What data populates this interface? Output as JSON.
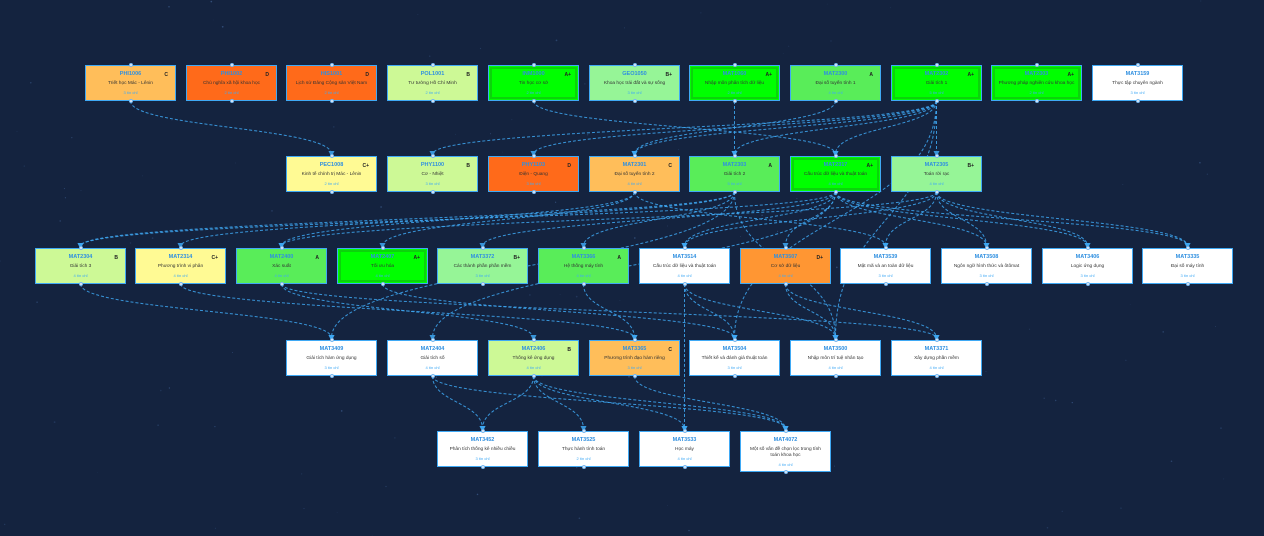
{
  "colors": {
    "background": "#14233f",
    "edge": "#3fa9f5",
    "node_border": "#3fa9f5",
    "code_text": "#2f8fe0",
    "grade_colors": {
      "A+": "#00ff00",
      "A": "#59ed59",
      "B+": "#96f597",
      "B": "#cdf996",
      "C+": "#fffa94",
      "C": "#ffbe5a",
      "D+": "#ff9633",
      "D": "#ff6a1a",
      "none": "#ffffff"
    }
  },
  "nodes": [
    {
      "id": "PHI1006",
      "code": "PHI1006",
      "name": "Triết học Mác - Lênin",
      "credits": "3 tín chỉ",
      "grade": "C"
    },
    {
      "id": "PHI1002",
      "code": "PHI1002",
      "name": "Chủ nghĩa xã hội khoa học",
      "credits": "2 tín chỉ",
      "grade": "D"
    },
    {
      "id": "HIS1001",
      "code": "HIS1001",
      "name": "Lịch sử Đảng Cộng sản Việt Nam",
      "credits": "2 tín chỉ",
      "grade": "D"
    },
    {
      "id": "POL1001",
      "code": "POL1001",
      "name": "Tư tưởng Hồ Chí Minh",
      "credits": "2 tín chỉ",
      "grade": "B"
    },
    {
      "id": "INM1000",
      "code": "INM1000",
      "name": "Tin học cơ sở",
      "credits": "2 tín chỉ",
      "grade": "A+"
    },
    {
      "id": "GEO1050",
      "code": "GEO1050",
      "name": "Khoa học trái đất và sự sống",
      "credits": "3 tín chỉ",
      "grade": "B+"
    },
    {
      "id": "MAT1060",
      "code": "MAT1060",
      "name": "Nhập môn phân tích dữ liệu",
      "credits": "2 tín chỉ",
      "grade": "A+"
    },
    {
      "id": "MAT2300",
      "code": "MAT2300",
      "name": "Đại số tuyến tính 1",
      "credits": "4 tín chỉ",
      "grade": "A"
    },
    {
      "id": "MAT2302",
      "code": "MAT2302",
      "name": "Giải tích 1",
      "credits": "5 tín chỉ",
      "grade": "A+"
    },
    {
      "id": "MAT2303",
      "code": "MAT2303",
      "name": "Phương pháp nghiên cứu khoa học",
      "credits": "2 tín chỉ",
      "grade": "A+"
    },
    {
      "id": "MAT3159",
      "code": "MAT3159",
      "name": "Thực tập chuyên ngành",
      "credits": "3 tín chỉ",
      "grade": ""
    },
    {
      "id": "PEC1008",
      "code": "PEC1008",
      "name": "Kinh tế chính trị Mác - Lênin",
      "credits": "2 tín chỉ",
      "grade": "C+"
    },
    {
      "id": "PHY1100",
      "code": "PHY1100",
      "name": "Cơ - Nhiệt",
      "credits": "3 tín chỉ",
      "grade": "B"
    },
    {
      "id": "PHY1103",
      "code": "PHY1103",
      "name": "Điện - Quang",
      "credits": "3 tín chỉ",
      "grade": "D"
    },
    {
      "id": "MAT2301",
      "code": "MAT2301",
      "name": "Đại số tuyến tính 2",
      "credits": "4 tín chỉ",
      "grade": "C"
    },
    {
      "id": "MAT2303B",
      "code": "MAT2303",
      "name": "Giải tích 2",
      "credits": "5 tín chỉ",
      "grade": "A"
    },
    {
      "id": "MAT2317",
      "code": "MAT2317",
      "name": "Cấu trúc dữ liệu và thuật toán",
      "credits": "4 tín chỉ",
      "grade": "A+"
    },
    {
      "id": "MAT2305",
      "code": "MAT2305",
      "name": "Toán rời rạc",
      "credits": "4 tín chỉ",
      "grade": "B+"
    },
    {
      "id": "MAT2304",
      "code": "MAT2304",
      "name": "Giải tích 3",
      "credits": "4 tín chỉ",
      "grade": "B"
    },
    {
      "id": "MAT2314",
      "code": "MAT2314",
      "name": "Phương trình vi phân",
      "credits": "4 tín chỉ",
      "grade": "C+"
    },
    {
      "id": "MAT2400",
      "code": "MAT2400",
      "name": "Xác suất",
      "credits": "4 tín chỉ",
      "grade": "A"
    },
    {
      "id": "MAT2407",
      "code": "MAT2407",
      "name": "Tối ưu hóa",
      "credits": "4 tín chỉ",
      "grade": "A+"
    },
    {
      "id": "MAT3372",
      "code": "MAT3372",
      "name": "Các thành phần phần mềm",
      "credits": "3 tín chỉ",
      "grade": "B+"
    },
    {
      "id": "MAT3366",
      "code": "MAT3366",
      "name": "Hệ thống máy tính",
      "credits": "4 tín chỉ",
      "grade": "A"
    },
    {
      "id": "MAT3514",
      "code": "MAT3514",
      "name": "Cấu trúc dữ liệu và thuật toán",
      "credits": "4 tín chỉ",
      "grade": ""
    },
    {
      "id": "MAT3507",
      "code": "MAT3507",
      "name": "Cơ sở dữ liệu",
      "credits": "4 tín chỉ",
      "grade": "D+"
    },
    {
      "id": "MAT3539",
      "code": "MAT3539",
      "name": "Mật mã và an toàn dữ liệu",
      "credits": "3 tín chỉ",
      "grade": ""
    },
    {
      "id": "MAT3508",
      "code": "MAT3508",
      "name": "Ngôn ngữ hình thức và ôtômat",
      "credits": "3 tín chỉ",
      "grade": ""
    },
    {
      "id": "MAT3406",
      "code": "MAT3406",
      "name": "Logic ứng dụng",
      "credits": "3 tín chỉ",
      "grade": ""
    },
    {
      "id": "MAT3335",
      "code": "MAT3335",
      "name": "Đại số máy tính",
      "credits": "3 tín chỉ",
      "grade": ""
    },
    {
      "id": "MAT3409",
      "code": "MAT3409",
      "name": "Giải tích hàm ứng dụng",
      "credits": "3 tín chỉ",
      "grade": ""
    },
    {
      "id": "MAT2404",
      "code": "MAT2404",
      "name": "Giải tích số",
      "credits": "4 tín chỉ",
      "grade": ""
    },
    {
      "id": "MAT2406",
      "code": "MAT2406",
      "name": "Thống kê ứng dụng",
      "credits": "4 tín chỉ",
      "grade": "B"
    },
    {
      "id": "MAT3365",
      "code": "MAT3365",
      "name": "Phương trình đạo hàm riêng",
      "credits": "3 tín chỉ",
      "grade": "C"
    },
    {
      "id": "MAT3504",
      "code": "MAT3504",
      "name": "Thiết kế và đánh giá thuật toán",
      "credits": "3 tín chỉ",
      "grade": ""
    },
    {
      "id": "MAT3500",
      "code": "MAT3500",
      "name": "Nhập môn trí tuệ nhân tạo",
      "credits": "4 tín chỉ",
      "grade": ""
    },
    {
      "id": "MAT3371",
      "code": "MAT3371",
      "name": "Xây dựng phần mềm",
      "credits": "4 tín chỉ",
      "grade": ""
    },
    {
      "id": "MAT3452",
      "code": "MAT3452",
      "name": "Phân tích thống kê nhiều chiều",
      "credits": "3 tín chỉ",
      "grade": ""
    },
    {
      "id": "MAT3525",
      "code": "MAT3525",
      "name": "Thực hành tính toán",
      "credits": "2 tín chỉ",
      "grade": ""
    },
    {
      "id": "MAT3533",
      "code": "MAT3533",
      "name": "Học máy",
      "credits": "4 tín chỉ",
      "grade": ""
    },
    {
      "id": "MAT4072",
      "code": "MAT4072",
      "name": "Một số vấn đề chọn lọc trong tính toán khoa học",
      "credits": "4 tín chỉ",
      "grade": ""
    }
  ],
  "edges": [
    [
      "PHI1006",
      "PEC1008"
    ],
    [
      "INM1000",
      "MAT2317"
    ],
    [
      "MAT1060",
      "MAT2303B"
    ],
    [
      "MAT2300",
      "MAT2301"
    ],
    [
      "MAT2302",
      "MAT2303B"
    ],
    [
      "MAT2302",
      "MAT2301"
    ],
    [
      "MAT2302",
      "MAT2317"
    ],
    [
      "MAT2302",
      "MAT2305"
    ],
    [
      "MAT2302",
      "MAT3504"
    ],
    [
      "MAT2302",
      "PHY1100"
    ],
    [
      "MAT2302",
      "PHY1103"
    ],
    [
      "MAT2302",
      "MAT3500"
    ],
    [
      "MAT2303B",
      "MAT2304"
    ],
    [
      "MAT2303B",
      "MAT2314"
    ],
    [
      "MAT2303B",
      "MAT3366"
    ],
    [
      "MAT2303B",
      "MAT3409"
    ],
    [
      "MAT2301",
      "MAT2400"
    ],
    [
      "MAT2301",
      "MAT2407"
    ],
    [
      "MAT2301",
      "MAT3539"
    ],
    [
      "MAT2317",
      "MAT2404"
    ],
    [
      "MAT2317",
      "MAT3372"
    ],
    [
      "MAT2317",
      "MAT3514"
    ],
    [
      "MAT2317",
      "MAT3507"
    ],
    [
      "MAT2317",
      "MAT3406"
    ],
    [
      "MAT2317",
      "MAT3508"
    ],
    [
      "MAT2317",
      "MAT3335"
    ],
    [
      "MAT2317",
      "MAT2304"
    ],
    [
      "MAT2305",
      "MAT3539"
    ],
    [
      "MAT2305",
      "MAT3508"
    ],
    [
      "MAT2305",
      "MAT3406"
    ],
    [
      "MAT2305",
      "MAT3335"
    ],
    [
      "MAT2305",
      "MAT3514"
    ],
    [
      "MAT2305",
      "MAT2400"
    ],
    [
      "MAT2304",
      "MAT3409"
    ],
    [
      "MAT2314",
      "MAT3365"
    ],
    [
      "MAT2400",
      "MAT2406"
    ],
    [
      "MAT2400",
      "MAT3371"
    ],
    [
      "MAT2407",
      "MAT3504"
    ],
    [
      "MAT3366",
      "MAT3365"
    ],
    [
      "MAT3514",
      "MAT3504"
    ],
    [
      "MAT3514",
      "MAT3500"
    ],
    [
      "MAT3507",
      "MAT3371"
    ],
    [
      "MAT3507",
      "MAT3500"
    ],
    [
      "MAT2404",
      "MAT3452"
    ],
    [
      "MAT2404",
      "MAT4072"
    ],
    [
      "MAT2406",
      "MAT3452"
    ],
    [
      "MAT2406",
      "MAT3525"
    ],
    [
      "MAT2406",
      "MAT3533"
    ],
    [
      "MAT2406",
      "MAT4072"
    ],
    [
      "MAT3365",
      "MAT4072"
    ],
    [
      "MAT3514",
      "MAT3533"
    ],
    [
      "MAT2303B",
      "MAT3500"
    ]
  ]
}
